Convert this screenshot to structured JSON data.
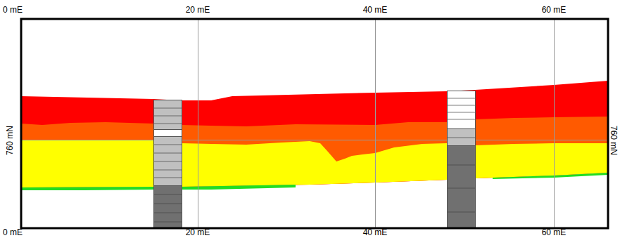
{
  "diagram": {
    "labels": [
      "0 mE",
      "20 mE",
      "40 mE",
      "60 mE",
      "0 mE",
      "20 mE",
      "40 mE",
      "60 mE",
      "760 mN",
      "760 mN"
    ]
  }
}
